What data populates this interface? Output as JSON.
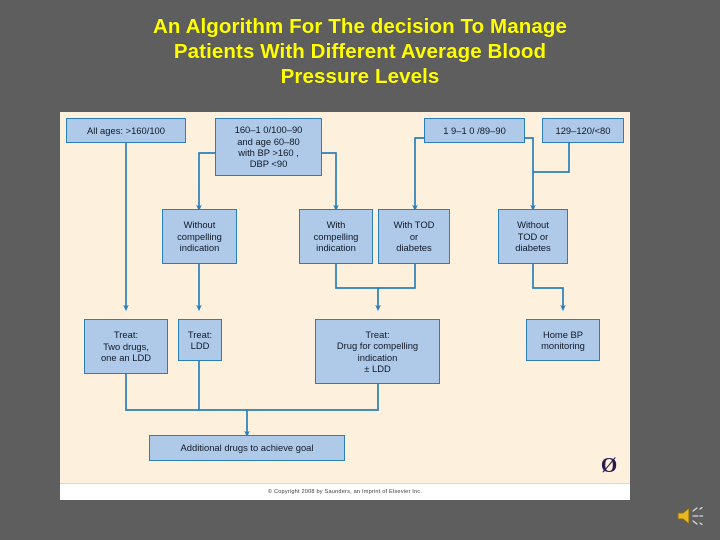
{
  "slide": {
    "title": "An Algorithm For The decision To Manage\nPatients With Different Average Blood\nPressure Levels",
    "title_color": "#ffff00",
    "background_color": "#5e5e5e"
  },
  "figure": {
    "background_color": "#fdf1de",
    "node_fill": "#aecae8",
    "node_border": "#2a7fba",
    "connector_color": "#2a7fba",
    "copyright": "© Copyright 2008 by Saunders, an Imprint of Elsevier Inc.",
    "publisher_mark": "Ø",
    "nodes": [
      {
        "id": "all-ages",
        "label": "All ages: >160/100"
      },
      {
        "id": "160-100-age60-80",
        "label": "160–1 0/100–90\nand age 60–80\nwith  BP >160 ,\nDBP <90"
      },
      {
        "id": "159-140-89-90",
        "label": "1 9–1 0  /89–90"
      },
      {
        "id": "129-120-80",
        "label": "129–120/<80"
      },
      {
        "id": "without-compelling",
        "label": "Without\ncompelling\nindication"
      },
      {
        "id": "with-compelling",
        "label": "With\ncompelling\nindication"
      },
      {
        "id": "with-tod-diabetes",
        "label": "With TOD\nor\ndiabetes"
      },
      {
        "id": "without-tod-diabetes",
        "label": "Without\nTOD or\ndiabetes"
      },
      {
        "id": "treat-two-drugs",
        "label": "Treat:\nTwo drugs,\none an LDD"
      },
      {
        "id": "treat-ldd",
        "label": "Treat:\nLDD"
      },
      {
        "id": "treat-drug-compelling",
        "label": "Treat:\nDrug for compelling\nindication\n± LDD"
      },
      {
        "id": "home-bp-monitoring",
        "label": "Home BP\nmonitoring"
      },
      {
        "id": "additional-drugs",
        "label": "Additional drugs to achieve goal"
      }
    ]
  },
  "controls": {
    "audio_icon": "speaker-icon"
  }
}
